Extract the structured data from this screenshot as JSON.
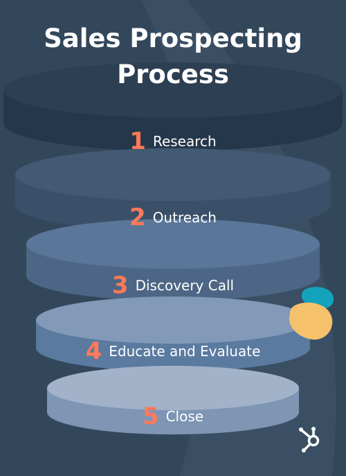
{
  "title": {
    "line1": "Sales Prospecting",
    "line2": "Process"
  },
  "stages": [
    {
      "number": "1",
      "label": "Research"
    },
    {
      "number": "2",
      "label": "Outreach"
    },
    {
      "number": "3",
      "label": "Discovery Call"
    },
    {
      "number": "4",
      "label": "Educate and Evaluate"
    },
    {
      "number": "5",
      "label": "Close"
    }
  ],
  "colors": {
    "background": "#33475b",
    "number_accent": "#ff7a59",
    "label_text": "#ffffff",
    "blob_teal": "#14a3bd",
    "blob_yellow": "#f5c26b"
  },
  "icons": {
    "logo": "hubspot-sprocket-icon",
    "decoration": "teal-yellow-blob-icon"
  }
}
